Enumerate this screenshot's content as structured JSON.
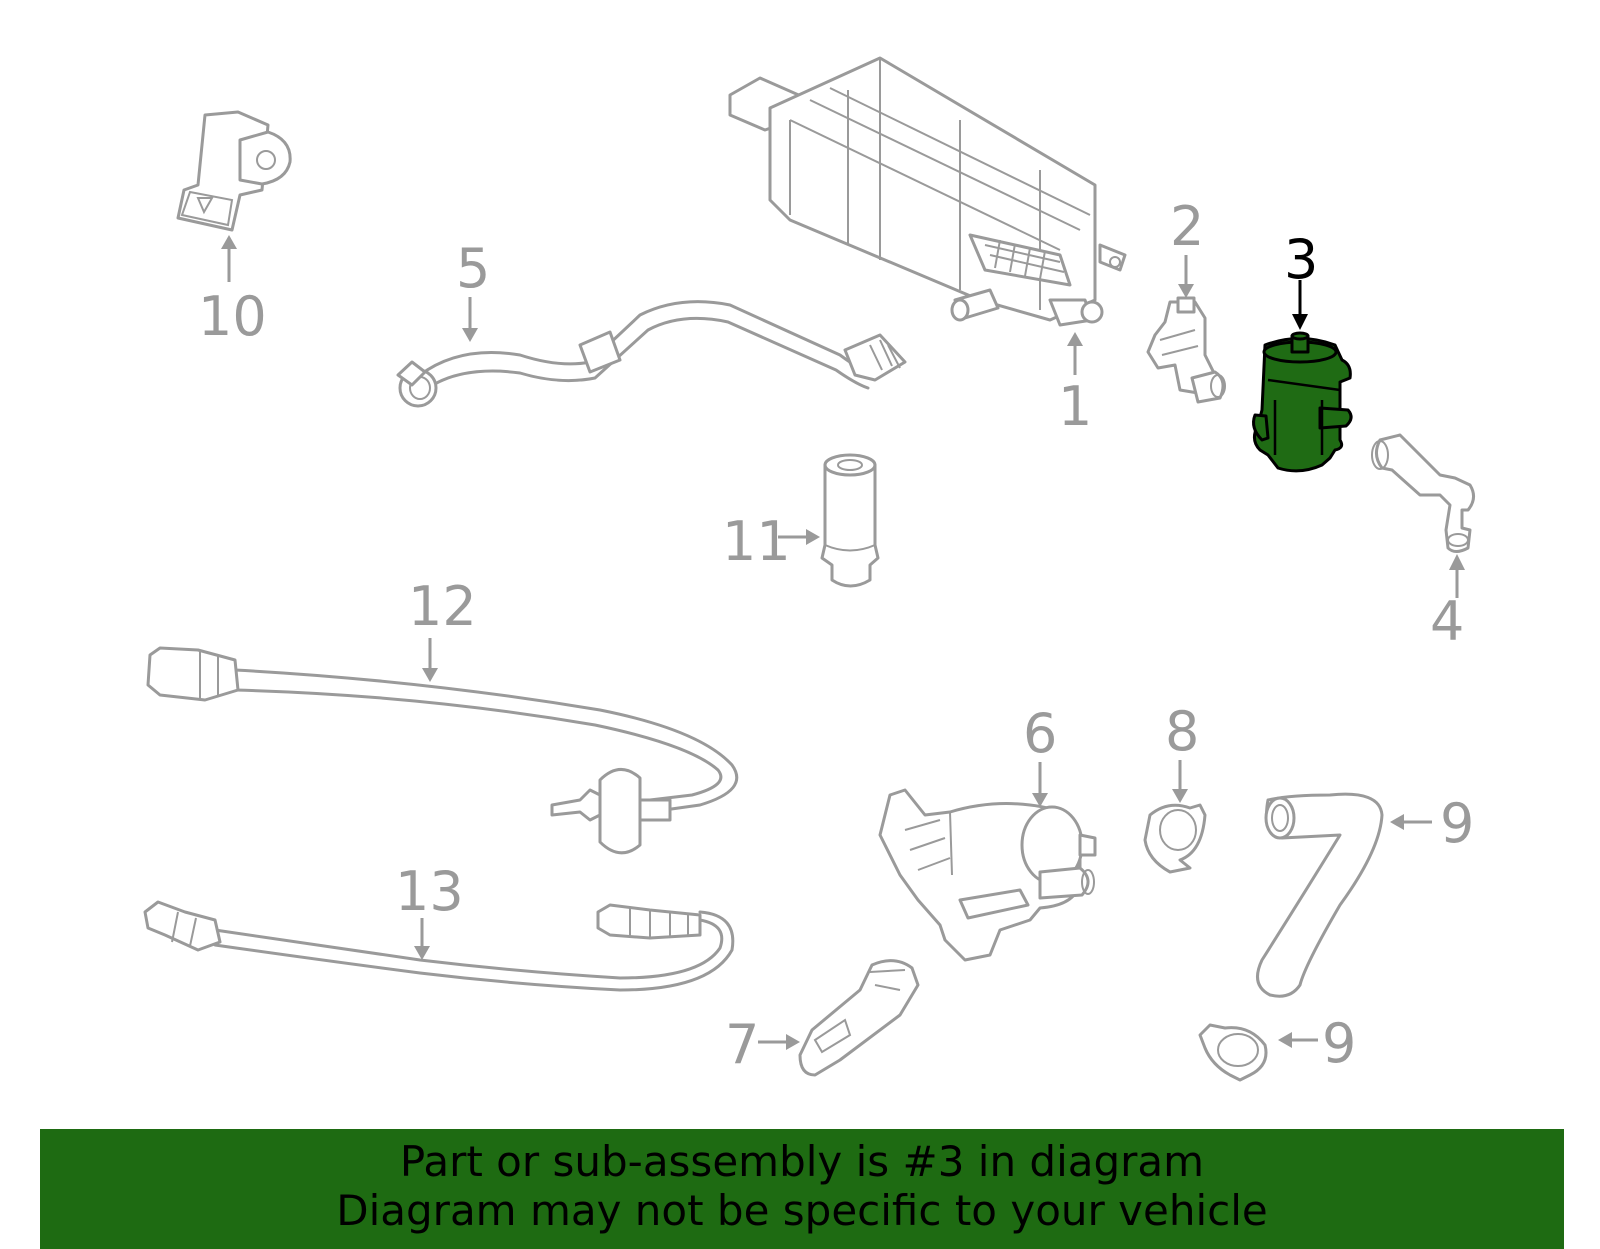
{
  "callouts": [
    "1",
    "2",
    "3",
    "4",
    "5",
    "6",
    "7",
    "8",
    "9",
    "9",
    "10",
    "11",
    "12",
    "13"
  ],
  "highlighted_part": "3",
  "colors": {
    "highlight": "#1e6b12",
    "outline": "#9a9a9a",
    "banner_bg": "#1e6b12"
  },
  "banner": {
    "line1": "Part or sub-assembly is #3 in diagram",
    "line2": "Diagram may not be specific to your vehicle"
  }
}
